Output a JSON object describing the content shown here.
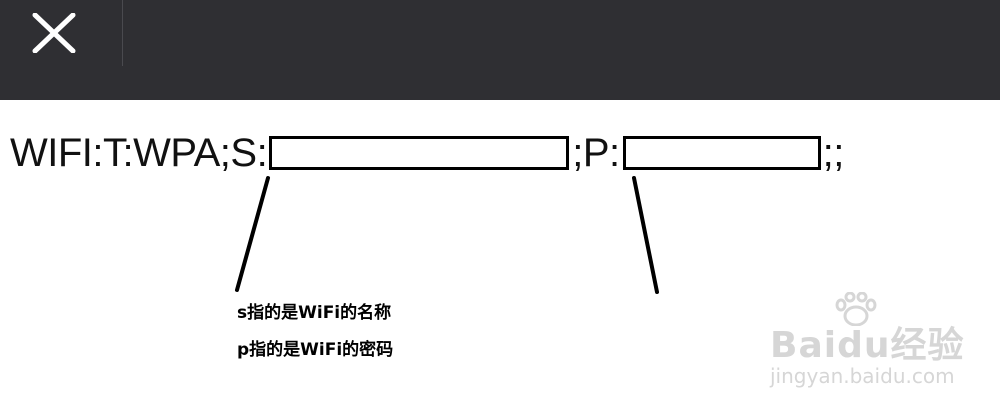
{
  "header": {
    "close_icon": "close-icon"
  },
  "wifi_string": {
    "prefix": "WIFI:T:WPA;S:",
    "separator": ";P:",
    "suffix": ";;"
  },
  "annotations": {
    "ssid_note": "s指的是WiFi的名称",
    "password_note": "p指的是WiFi的密码"
  },
  "watermark": {
    "brand": "Baidu经验",
    "url": "jingyan.baidu.com"
  },
  "colors": {
    "topbar": "#2f2f33",
    "text": "#111111",
    "watermark": "#d6d6d6"
  }
}
